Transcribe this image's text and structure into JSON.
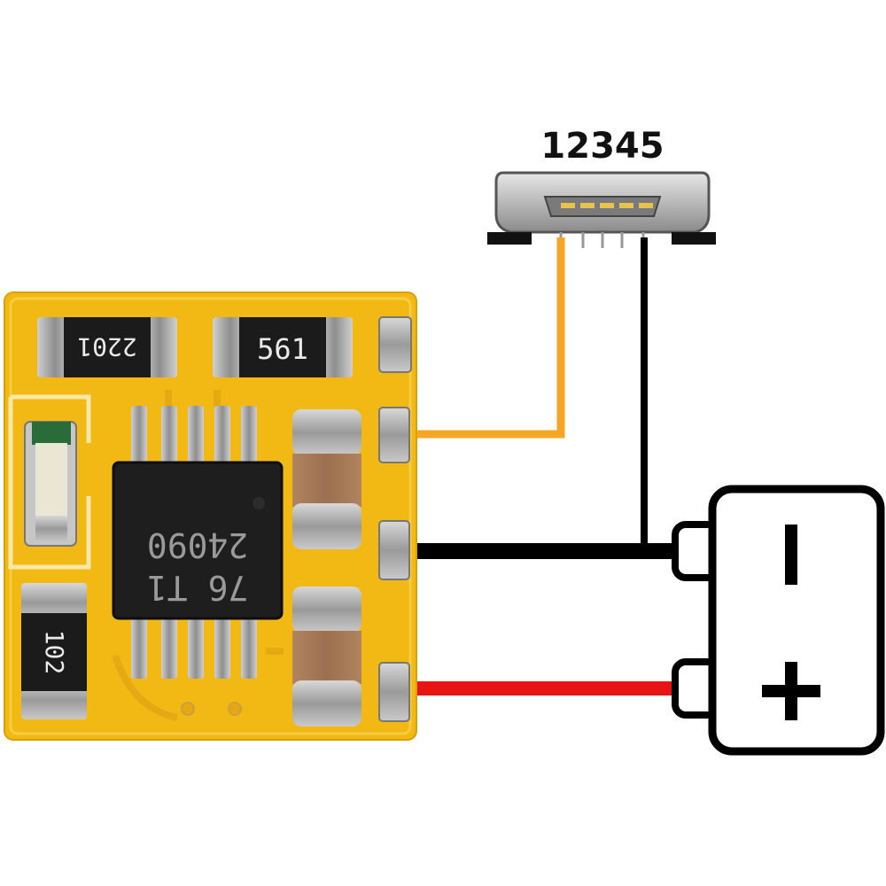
{
  "connector": {
    "pin_label": "12345"
  },
  "battery": {
    "minus_symbol": "–",
    "plus_symbol": "+"
  },
  "board": {
    "resistor_top_left": "2201",
    "resistor_top_middle": "561",
    "resistor_bottom_left": "102",
    "chip_line1": "24090",
    "chip_line2": "76 T1"
  },
  "colors": {
    "pcb": "#f2b915",
    "wire_orange": "#f5a623",
    "wire_black": "#000000",
    "wire_red": "#e81414"
  }
}
